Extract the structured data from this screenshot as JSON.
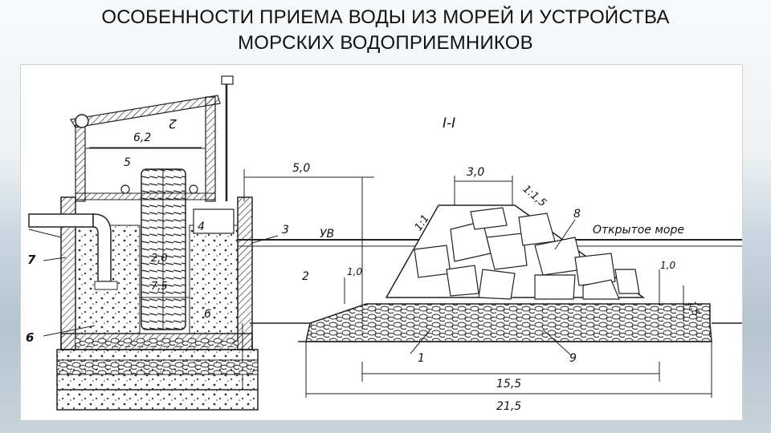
{
  "slide": {
    "title_line1": "ОСОБЕННОСТИ ПРИЕМА ВОДЫ ИЗ МОРЕЙ И УСТРОЙСТВА",
    "title_line2": "МОРСКИХ ВОДОПРИЕМНИКОВ"
  },
  "diagram": {
    "section_label": "I-I",
    "dimensions": {
      "building_width": "6,2",
      "sea_to_crib": "5,0",
      "crib_top": "3,0",
      "slope_left": "1:1",
      "slope_right": "1:1,5",
      "edge_left": "1,0",
      "edge_right": "1,0",
      "depth_right": "1,5",
      "base_inner": "15,5",
      "base_total": "21,5",
      "screen_h1": "2,0",
      "screen_h2": "7,5"
    },
    "labels": {
      "water_level": "УВ",
      "open_sea": "Открытое море",
      "n1": "1",
      "n2": "2",
      "n3": "3",
      "n4": "4",
      "n5": "5",
      "n6": "6",
      "n7": "7",
      "n8": "8",
      "n9": "9",
      "n_crane": "2",
      "n6_left": "6",
      "n7_left": "7"
    }
  }
}
